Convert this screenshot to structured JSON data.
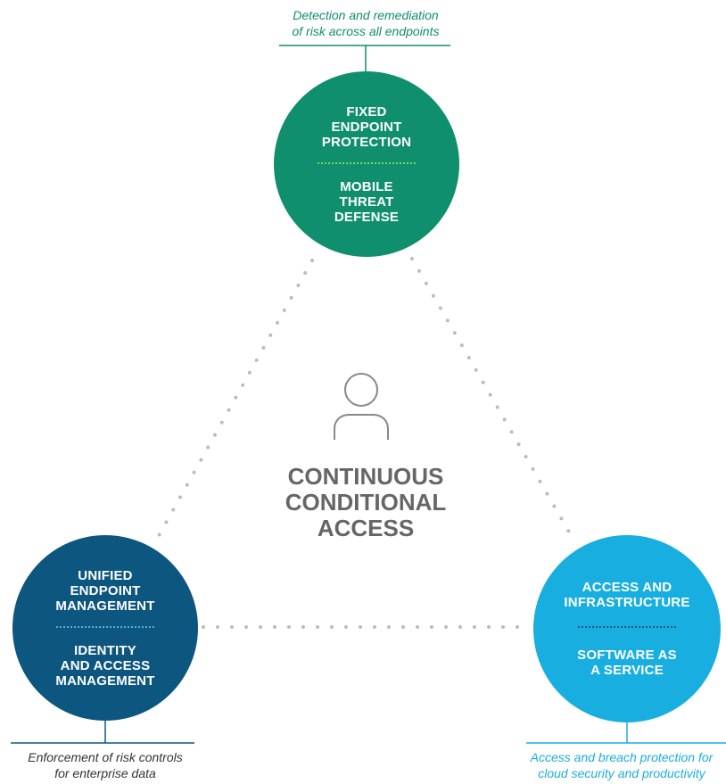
{
  "colors": {
    "green": "#0f8f6e",
    "green_dots": "#7ed957",
    "navy": "#0d5680",
    "navy_dots": "#4fb2dd",
    "cyan": "#19aee0",
    "cyan_dots": "#0b5a86",
    "cyan_caption": "#19aee0",
    "connector": "#bcbcbc",
    "center_text": "#666666",
    "caption_text": "#333333"
  },
  "top_node": {
    "caption": "Detection and remediation\nof risk across all endpoints",
    "label_1": "FIXED\nENDPOINT\nPROTECTION",
    "label_2": "MOBILE\nTHREAT\nDEFENSE"
  },
  "left_node": {
    "caption": "Enforcement of risk controls\nfor enterprise data",
    "label_1": "UNIFIED\nENDPOINT\nMANAGEMENT",
    "label_2": "IDENTITY\nAND ACCESS\nMANAGEMENT"
  },
  "right_node": {
    "caption": "Access and breach protection for\ncloud security and productivity",
    "label_1": "ACCESS AND\nINFRASTRUCTURE",
    "label_2": "SOFTWARE AS\nA SERVICE"
  },
  "center": {
    "icon": "user-icon",
    "title": "CONTINUOUS\nCONDITIONAL\nACCESS"
  }
}
